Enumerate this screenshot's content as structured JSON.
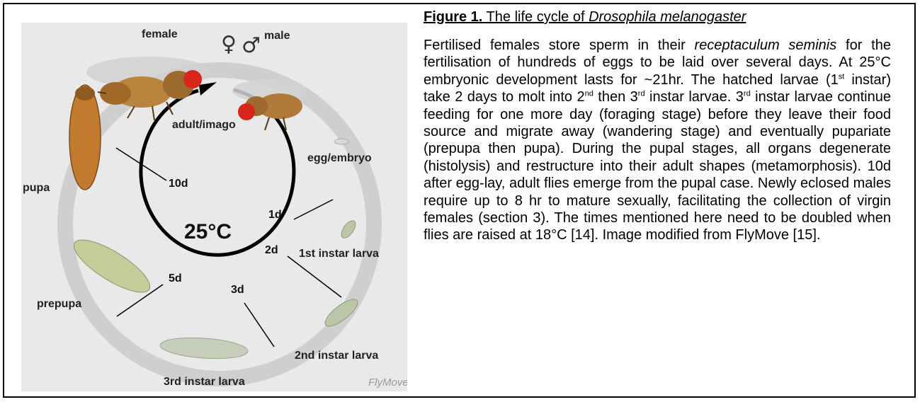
{
  "figure": {
    "center_label": "25°C",
    "stage_labels": {
      "female": "female",
      "male": "male",
      "adult": "adult/imago",
      "egg": "egg/embryo",
      "first_instar": "1st instar larva",
      "second_instar": "2nd instar larva",
      "third_instar": "3rd instar larva",
      "prepupa": "prepupa",
      "pupa": "pupa"
    },
    "day_marks": {
      "d1": "1d",
      "d2": "2d",
      "d3": "3d",
      "d5": "5d",
      "d10": "10d"
    },
    "female_symbol": "♀",
    "male_symbol": "♂",
    "watermark": "FlyMove"
  },
  "caption": {
    "lead": "Figure 1.",
    "title_prefix": " The life cycle of ",
    "species": "Drosophila melanogaster",
    "p1": "Fertilised females store sperm in their ",
    "p1_italic": "receptaculum seminis",
    "p2": " for the fertilisation of hundreds of eggs to be laid over several days. At 25°C embryonic development lasts for ~21hr. The hatched larvae (1",
    "sup_st": "st",
    "p3": " instar) take 2 days to molt into 2",
    "sup_nd": "nd",
    "p4": " then 3",
    "sup_rd1": "rd",
    "p5": " instar larvae. 3",
    "sup_rd2": "rd",
    "p6": " instar larvae continue feeding for one more day (foraging stage) before they leave their food source and migrate away (wandering stage) and eventually pupariate (prepupa then pupa). During the pupal stages, all organs degenerate (histolysis) and restructure into their adult shapes (metamorphosis). 10d after egg-lay, adult flies emerge from the pupal case. Newly eclosed males require up to 8 hr to mature sexually, facilitating the collection of virgin females (section 3). The times mentioned here need to be doubled when flies are raised at 18°C [14]. Image modified from FlyMove [15]."
  },
  "colors": {
    "ring": "#cdcdcd",
    "panel": "#e9e9e9",
    "fly_body": "#b8843e",
    "fly_eye": "#d8261b",
    "larva": "#b9c7a6",
    "pupa": "#c27a2e"
  }
}
